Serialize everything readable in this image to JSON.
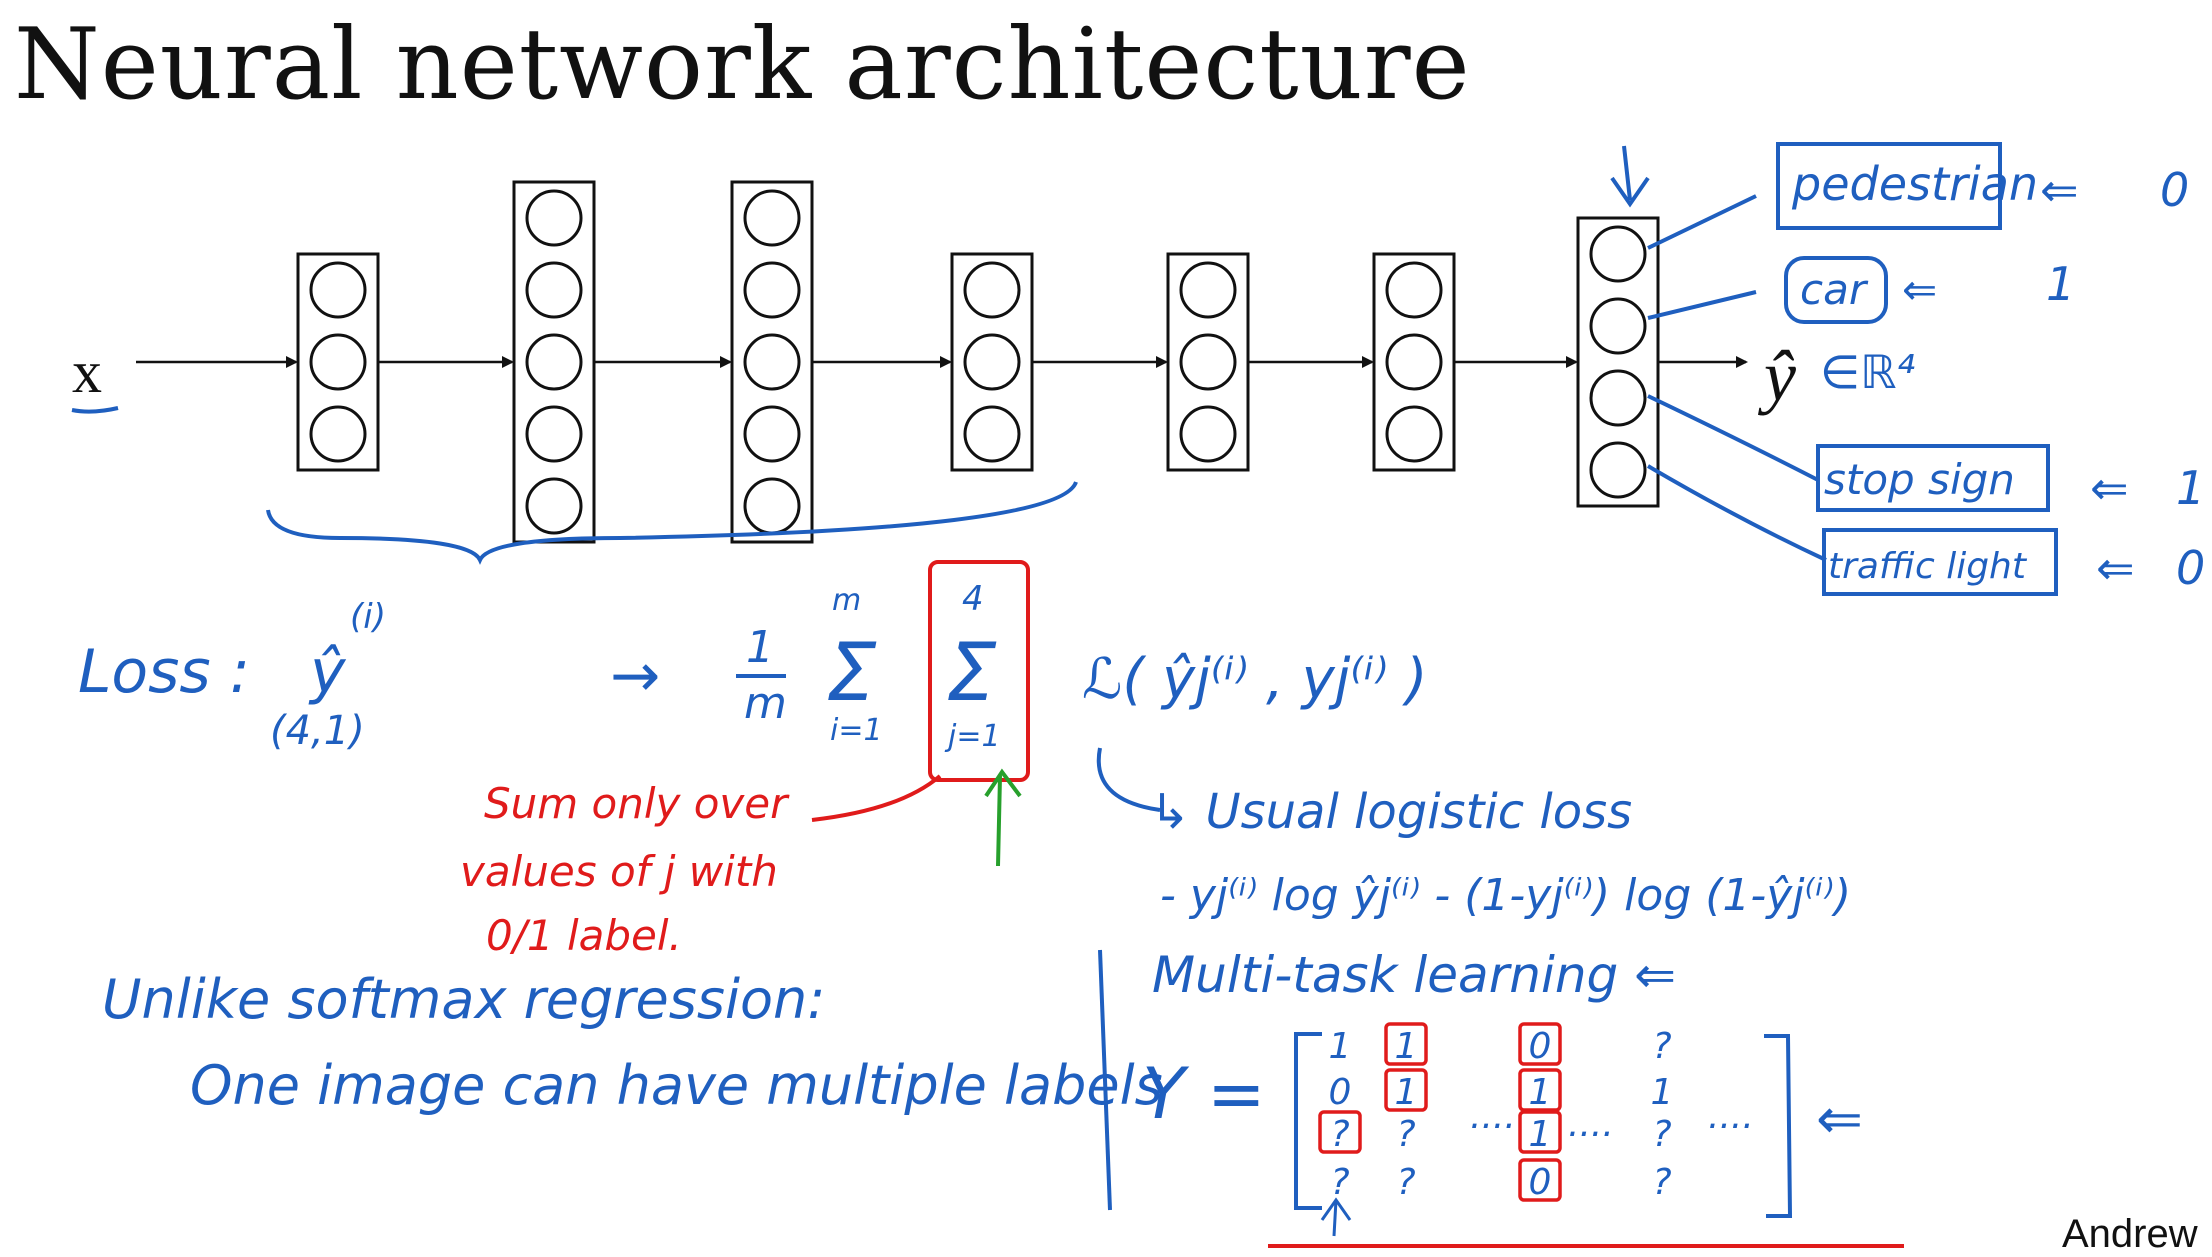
{
  "slide": {
    "title": "Neural network architecture",
    "author": "Andrew"
  },
  "network": {
    "input_label": "x",
    "output_label": "ŷ",
    "output_space": "∈ℝ⁴",
    "layers": [
      {
        "nodes": 3
      },
      {
        "nodes": 5
      },
      {
        "nodes": 5
      },
      {
        "nodes": 3
      },
      {
        "nodes": 3
      },
      {
        "nodes": 3
      },
      {
        "nodes": 4
      }
    ]
  },
  "output_labels": [
    {
      "text": "pedestrian",
      "value": "0"
    },
    {
      "text": "car",
      "value": "1"
    },
    {
      "text": "stop sign",
      "value": "1"
    },
    {
      "text": "traffic light",
      "value": "0"
    }
  ],
  "loss": {
    "label": "Loss :",
    "yhat": "ŷ",
    "yhat_sup": "(i)",
    "yhat_dim": "(4,1)",
    "arrow": "→",
    "frac_num": "1",
    "frac_den": "m",
    "sum_outer": "Σ",
    "sum_outer_top": "m",
    "sum_outer_bottom": "i=1",
    "sum_inner": "Σ",
    "sum_inner_top": "4",
    "sum_inner_bottom": "j=1",
    "term": "ℒ( ŷj⁽ⁱ⁾ , yj⁽ⁱ⁾ )"
  },
  "red_note": {
    "line1": "Sum only over",
    "line2": "values of j with",
    "line3": "0/1 label."
  },
  "usual_loss": {
    "line1": "↳ Usual logistic loss",
    "line2": "- yj⁽ⁱ⁾ log ŷj⁽ⁱ⁾ - (1-yj⁽ⁱ⁾) log (1-ŷj⁽ⁱ⁾)"
  },
  "unlike": {
    "line1": "Unlike softmax regression:",
    "line2": "One image can have multiple labels"
  },
  "multitask": {
    "label": "Multi-task learning ⇐",
    "Y": "Y =",
    "col1": [
      "1",
      "0",
      "?",
      "?"
    ],
    "col2": [
      "1",
      "1",
      "?",
      "?"
    ],
    "col3": [
      "0",
      "1",
      "1",
      "0"
    ],
    "col4": [
      "?",
      "1",
      "?",
      "?"
    ],
    "dots": "....",
    "arrow": "⇐"
  }
}
